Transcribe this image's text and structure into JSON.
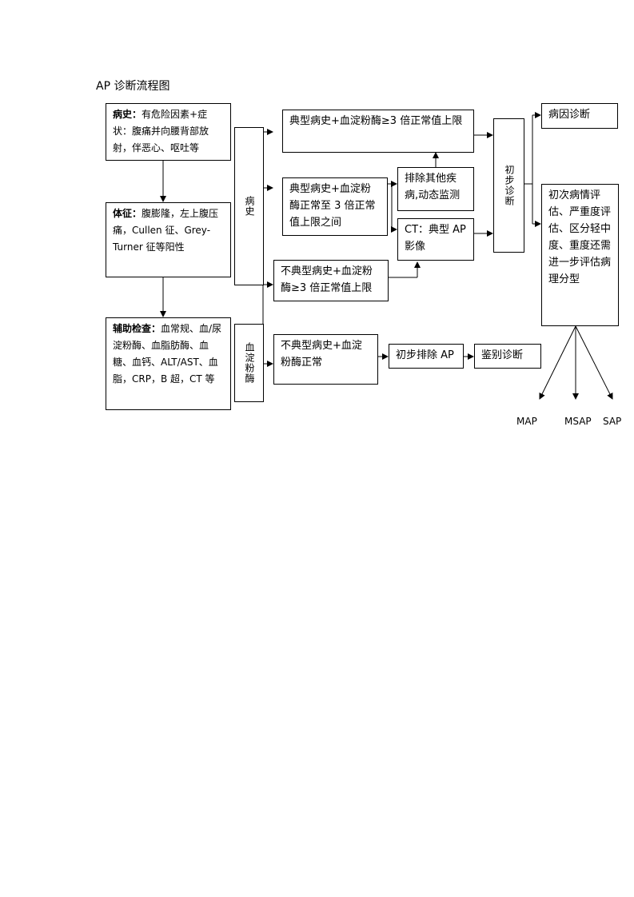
{
  "title": "AP 诊断流程图",
  "boxes": {
    "history": {
      "head": "病史：",
      "body": "有危险因素+症状：腹痛并向腰背部放射，伴恶心、呕吐等"
    },
    "signs": {
      "head": "体征：",
      "body": "腹膨隆，左上腹压痛，Cullen 征、Grey-Turner 征等阳性"
    },
    "aux": {
      "head": "辅助检查：",
      "body": "血常规、血/尿淀粉酶、血脂肪酶、血糖、血钙、ALT/AST、血脂，CRP，B 超，CT 等"
    },
    "bingshi": "病史",
    "xuedianfenmei": "血淀粉酶",
    "typical_high": "典型病史+血淀粉酶≥3 倍正常值上限",
    "typical_mid": "典型病史+血淀粉酶正常至 3 倍正常值上限之间",
    "atypical_high": "不典型病史+血淀粉酶≥3 倍正常值上限",
    "atypical_normal": "不典型病史+血淀粉酶正常",
    "exclude_other": "排除其他疾病,动态监测",
    "ct": "CT：典型 AP 影像",
    "initial_exclude": "初步排除 AP",
    "differential": "鉴别诊断",
    "initial_diag": "初步诊断",
    "etiology": "病因诊断",
    "severity": "初次病情评估、严重度评估、区分轻中度、重度还需进一步评估病理分型"
  },
  "outcomes": [
    "MAP",
    "MSAP",
    "SAP"
  ]
}
